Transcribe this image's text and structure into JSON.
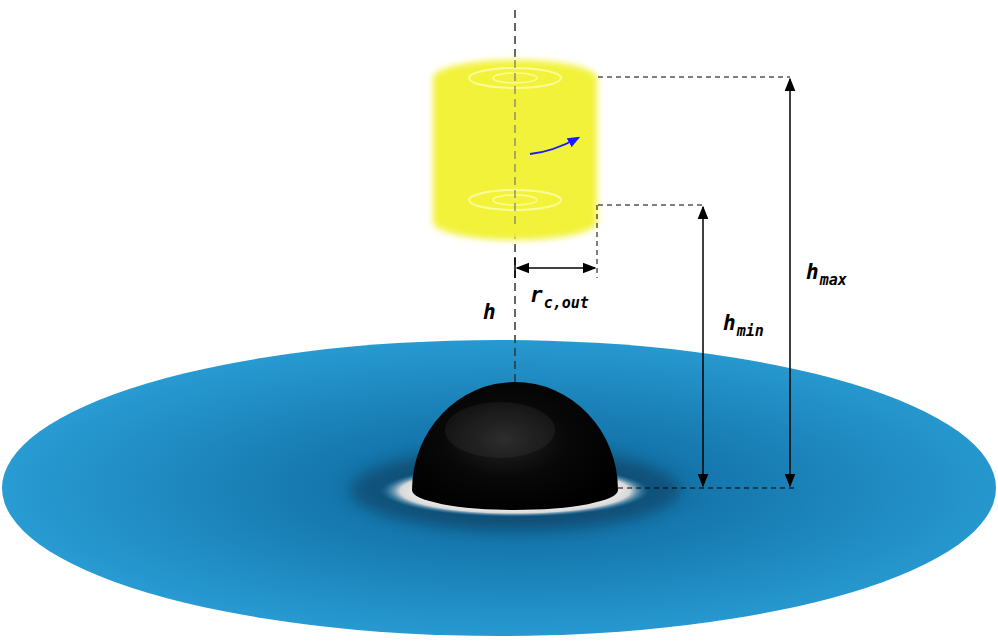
{
  "diagram": {
    "labels": [
      "h",
      "r",
      "c,out",
      "h",
      "min",
      "h",
      "max"
    ]
  }
}
